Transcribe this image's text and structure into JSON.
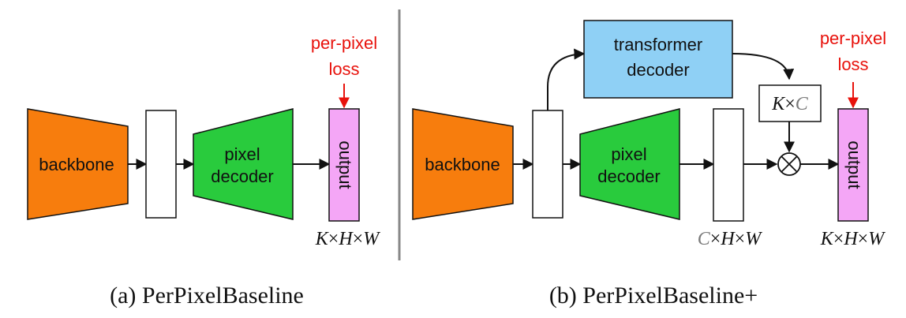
{
  "panel_a": {
    "backbone_label": "backbone",
    "pixel_decoder_label": [
      "pixel",
      "decoder"
    ],
    "output_label": "output",
    "loss_label": [
      "per-pixel",
      "loss"
    ],
    "output_dims": [
      "K",
      "×",
      "H",
      "×",
      "W"
    ],
    "caption": "(a) PerPixelBaseline"
  },
  "panel_b": {
    "backbone_label": "backbone",
    "pixel_decoder_label": [
      "pixel",
      "decoder"
    ],
    "transformer_decoder_label": [
      "transformer",
      "decoder"
    ],
    "kc_label": [
      "K",
      "×",
      "C"
    ],
    "output_label": "output",
    "loss_label": [
      "per-pixel",
      "loss"
    ],
    "pixel_dims": [
      "C",
      "×",
      "H",
      "×",
      "W"
    ],
    "output_dims": [
      "K",
      "×",
      "H",
      "×",
      "W"
    ],
    "caption": "(b) PerPixelBaseline+"
  },
  "colors": {
    "backbone": "#f77d0d",
    "pixel_decoder": "#29cb3d",
    "transformer_decoder": "#8fd0f5",
    "output": "#f4a6f6",
    "loss": "#e8120c",
    "divider": "#888888"
  }
}
